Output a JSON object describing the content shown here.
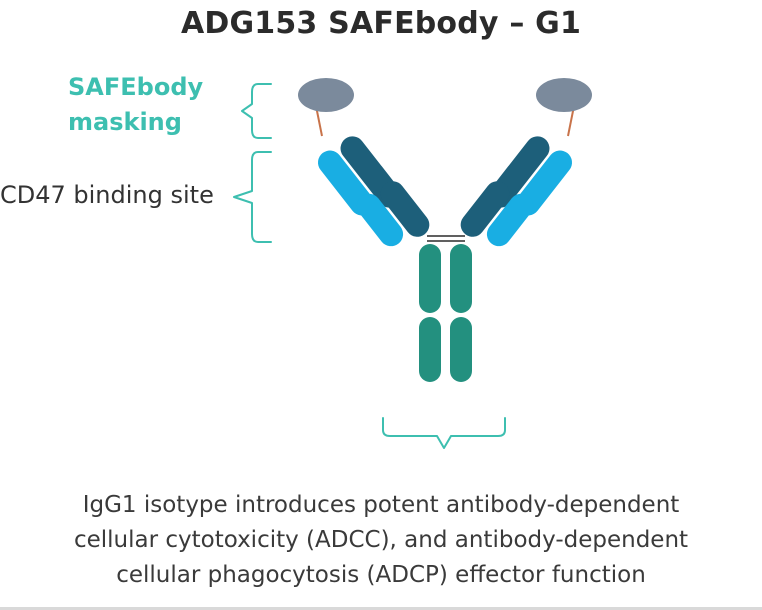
{
  "title": "ADG153 SAFEbody – G1",
  "labels": {
    "mask_line1": "SAFEbody",
    "mask_line2": "masking",
    "binding_site": "CD47 binding site"
  },
  "caption": {
    "line1": "IgG1 isotype introduces potent antibody-dependent",
    "line2": "cellular cytotoxicity (ADCC), and antibody-dependent",
    "line3": "cellular phagocytosis (ADCP) effector function"
  },
  "colors": {
    "mask": "#7b8a9c",
    "heavy_chain_fab": "#1d5f7a",
    "light_chain": "#19aee3",
    "fc": "#23907f",
    "bracket": "#3dbfb0",
    "linker": "#c8734a"
  }
}
